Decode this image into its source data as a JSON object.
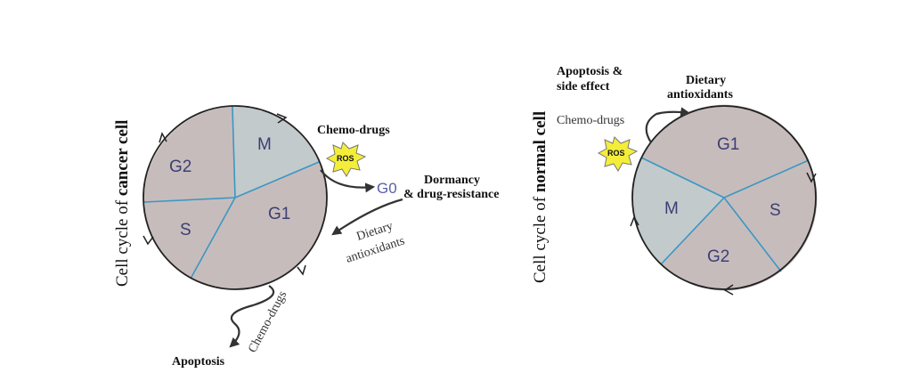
{
  "colors": {
    "phase_fill": "#c7bcbc",
    "m_fill": "#c3cacc",
    "divider": "#3a97c4",
    "ros_star": "#f4ee3a",
    "g0_text": "#5a5fa8"
  },
  "cancer_cell": {
    "side_title_plain": "Cell cycle of ",
    "side_title_bold": "cancer cell",
    "phases": {
      "g2": "G2",
      "m": "M",
      "g1": "G1",
      "s": "S"
    },
    "chemo_drugs_top": "Chemo-drugs",
    "ros": "ROS",
    "g0": "G0",
    "dormancy_line1": "Dormancy",
    "dormancy_line2": "& drug-resistance",
    "dietary_line1": "Dietary",
    "dietary_line2": "antioxidants",
    "chemo_drugs_bottom": "Chemo-drugs",
    "apoptosis": "Apoptosis"
  },
  "normal_cell": {
    "side_title_plain": "Cell cycle of ",
    "side_title_bold": "normal cell",
    "phases": {
      "g1": "G1",
      "m": "M",
      "s": "S",
      "g2": "G2"
    },
    "apoptosis_line1": "Apoptosis &",
    "apoptosis_line2": "side effect",
    "dietary_line1": "Dietary",
    "dietary_line2": "antioxidants",
    "chemo_drugs": "Chemo-drugs",
    "ros": "ROS"
  }
}
